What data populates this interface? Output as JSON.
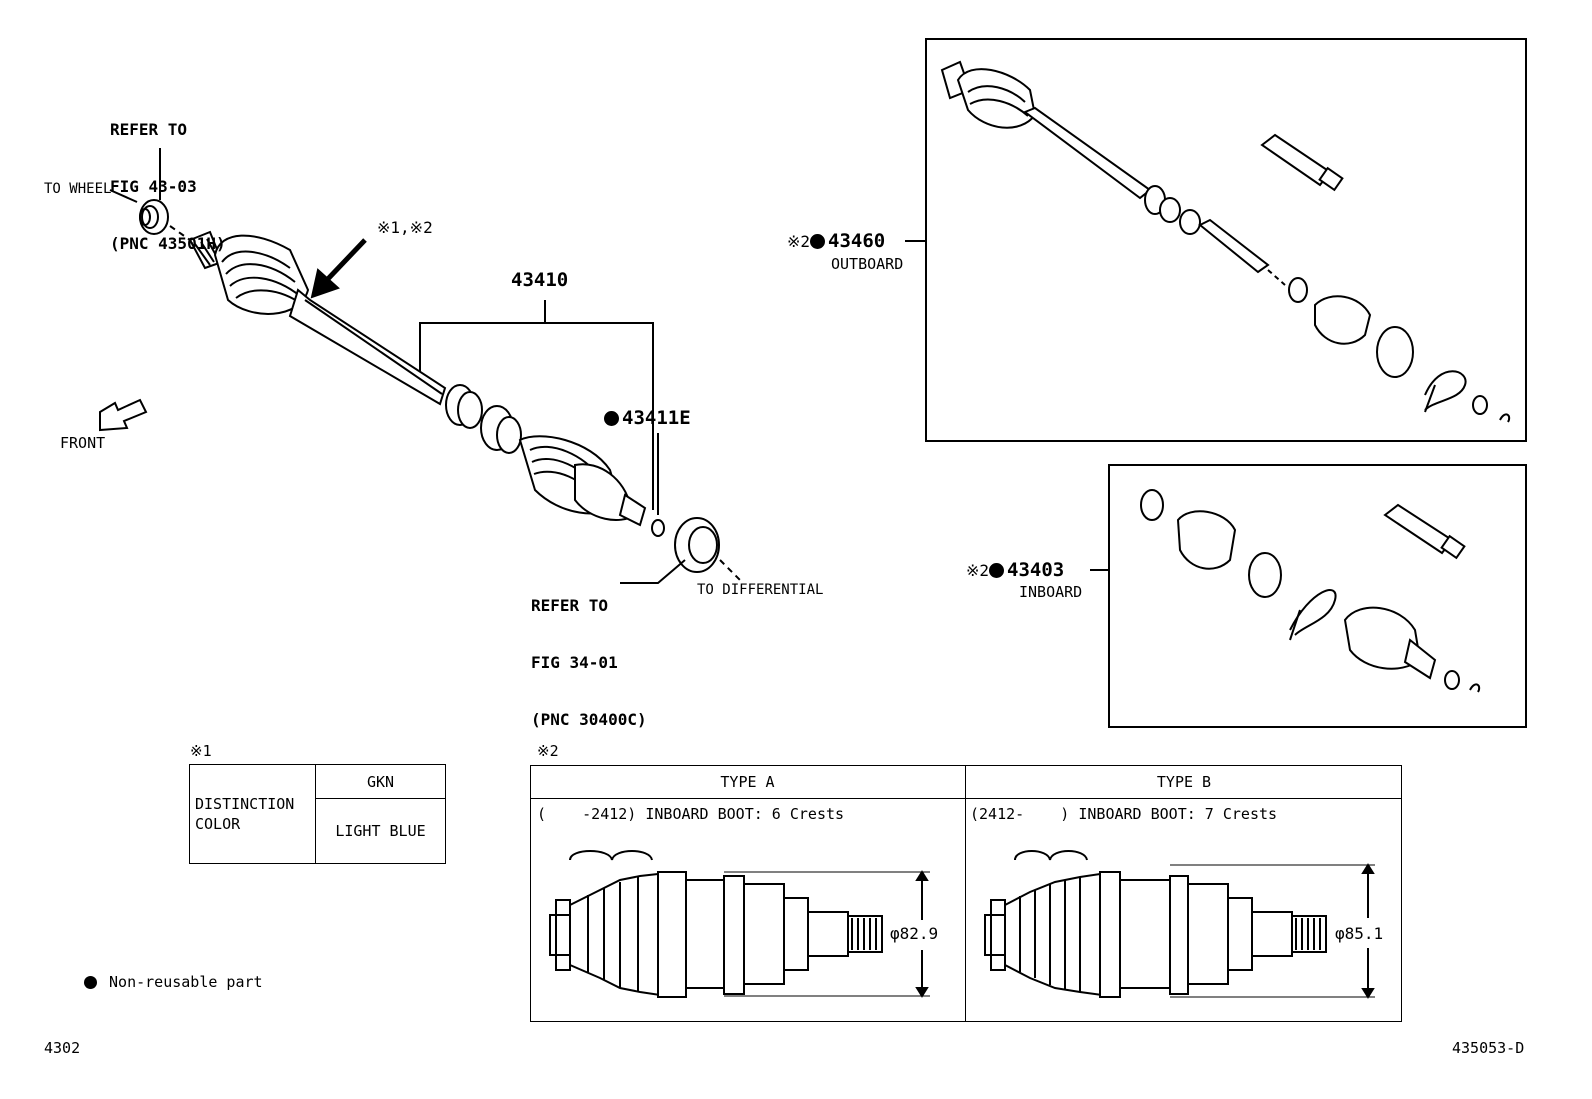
{
  "main": {
    "refer_top": [
      "REFER TO",
      "FIG 43-03",
      "(PNC 43501H)"
    ],
    "to_wheel": "TO WHEEL",
    "mark_label": "※1,※2",
    "assembly_no": "43410",
    "part_43411e": "43411E",
    "front": "FRONT",
    "refer_bottom": [
      "REFER TO",
      "FIG 34-01",
      "(PNC 30400C)"
    ],
    "to_differential": "TO DIFFERENTIAL"
  },
  "outboard_kit": {
    "mark": "※2",
    "part_no": "43460",
    "label": "OUTBOARD"
  },
  "inboard_kit": {
    "mark": "※2",
    "part_no": "43403",
    "label": "INBOARD"
  },
  "table1": {
    "note_mark": "※1",
    "header_label": "DISTINCTION\nCOLOR",
    "col": "GKN",
    "value": "LIGHT BLUE"
  },
  "table2": {
    "note_mark": "※2",
    "type_a": {
      "title": "TYPE A",
      "desc": "(    -2412) INBOARD BOOT: 6 Crests",
      "dim": "φ82.9"
    },
    "type_b": {
      "title": "TYPE B",
      "desc": "(2412-    ) INBOARD BOOT: 7 Crests",
      "dim": "φ85.1"
    }
  },
  "legend": {
    "text": "Non-reusable part"
  },
  "footer": {
    "left": "4302",
    "right": "435053-D"
  }
}
